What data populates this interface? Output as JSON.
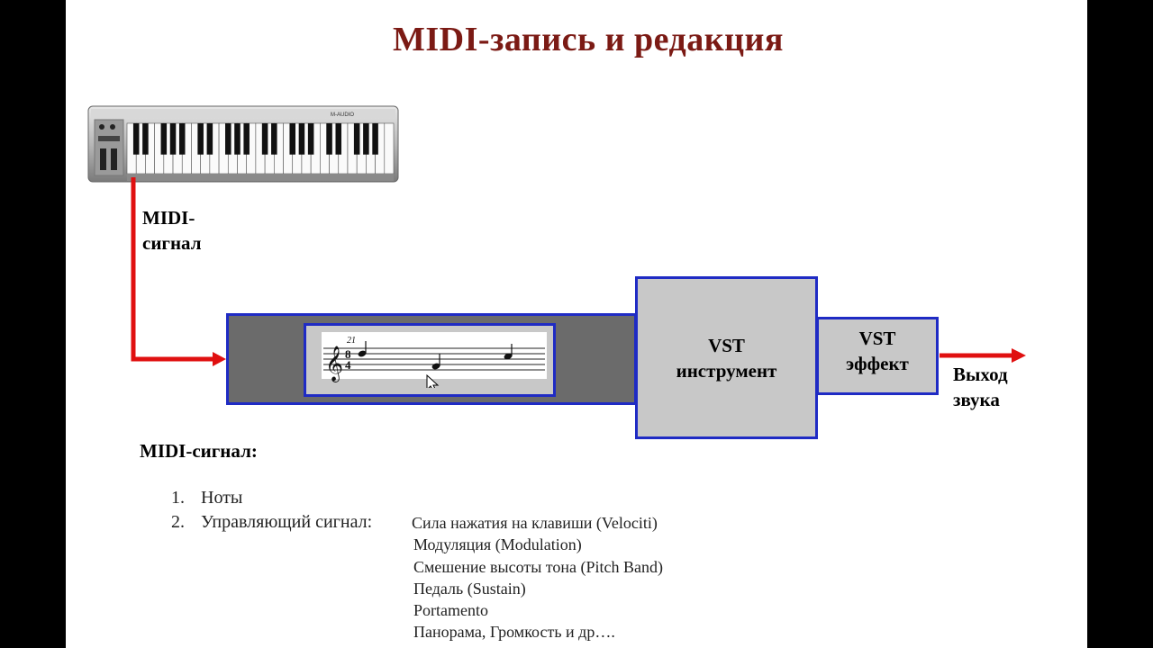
{
  "title": "MIDI-запись и редакция",
  "keyboard": {
    "brand": "M-AUDIO"
  },
  "midi_signal_label": "MIDI-\nсигнал",
  "score": {
    "measure_number": "21"
  },
  "vst_instrument": "VST\nинструмент",
  "vst_effect": "VST\nэффект",
  "output_label": "Выход\nзвука",
  "section_heading": "MIDI-сигнал:",
  "list": [
    {
      "num": "1.",
      "text": "Ноты"
    },
    {
      "num": "2.",
      "text": "Управляющий сигнал:"
    }
  ],
  "control_signals": [
    "Сила нажатия на клавиши (Velociti)",
    "Модуляция (Modulation)",
    "Смешение высоты тона (Pitch Band)",
    "Педаль (Sustain)",
    "Portamento",
    "Панорама, Громкость и др…."
  ],
  "colors": {
    "title": "#7b1a14",
    "arrow": "#e01010",
    "box_border": "#1f2bc4",
    "box_fill": "#c8c8c8",
    "sequencer_fill": "#6b6b6b"
  }
}
